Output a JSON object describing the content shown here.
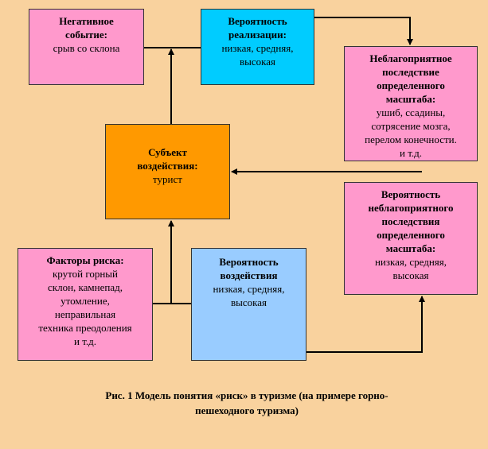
{
  "nodes": {
    "negative_event": {
      "title": "Негативное\nсобытие:",
      "body": "срыв со склона"
    },
    "prob_realization": {
      "title": "Вероятность\nреализации:",
      "body": "низкая, средняя,\nвысокая"
    },
    "adverse_consequence": {
      "title": "Неблагоприятное\nпоследствие\nопределенного\nмасштаба:",
      "body": "ушиб, ссадины,\nсотрясение мозга,\nперелом конечности.\nи т.д."
    },
    "subject": {
      "title": "Субъект\nвоздействия:",
      "body": "турист"
    },
    "prob_consequence": {
      "title": "Вероятность\nнеблагоприятного\nпоследствия\nопределенного\nмасштаба:",
      "body": "низкая, средняя,\nвысокая"
    },
    "risk_factors": {
      "title": "Факторы риска:",
      "body": "крутой горный\nсклон,  камнепад,\nутомление,\nнеправильная\nтехника преодоления\nи т.д."
    },
    "prob_impact": {
      "title": "Вероятность\nвоздействия",
      "body": "низкая, средняя,\nвысокая"
    }
  },
  "caption": "Рис. 1 Модель понятия «риск» в туризме (на примере горно-\nпешеходного туризма)",
  "colors": {
    "background": "#f9d29e",
    "pink": "#ff99cc",
    "cyan": "#00ccff",
    "orange": "#ff9900",
    "light_blue": "#99ccff"
  }
}
